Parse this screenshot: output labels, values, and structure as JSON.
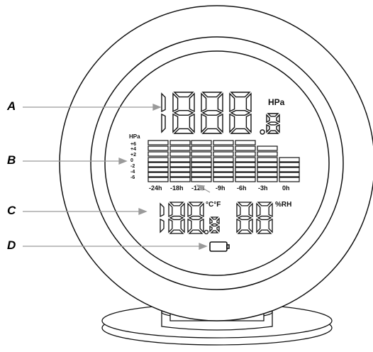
{
  "callouts": [
    {
      "letter": "A"
    },
    {
      "letter": "B"
    },
    {
      "letter": "C"
    },
    {
      "letter": "D"
    }
  ],
  "pressure": {
    "unit": "HPa"
  },
  "history": {
    "unit": "HPa",
    "scale_labels": [
      "+6",
      "+4",
      "+2",
      "0",
      "-2",
      "-4",
      "-6"
    ],
    "time_labels": [
      "-24h",
      "-18h",
      "-12h",
      "-9h",
      "-6h",
      "-3h",
      "0h"
    ]
  },
  "temperature": {
    "unit": "°C°F"
  },
  "humidity": {
    "unit": "%RH"
  },
  "colors": {
    "line": "#111111",
    "leader": "#9a9a9a",
    "background": "#ffffff"
  }
}
